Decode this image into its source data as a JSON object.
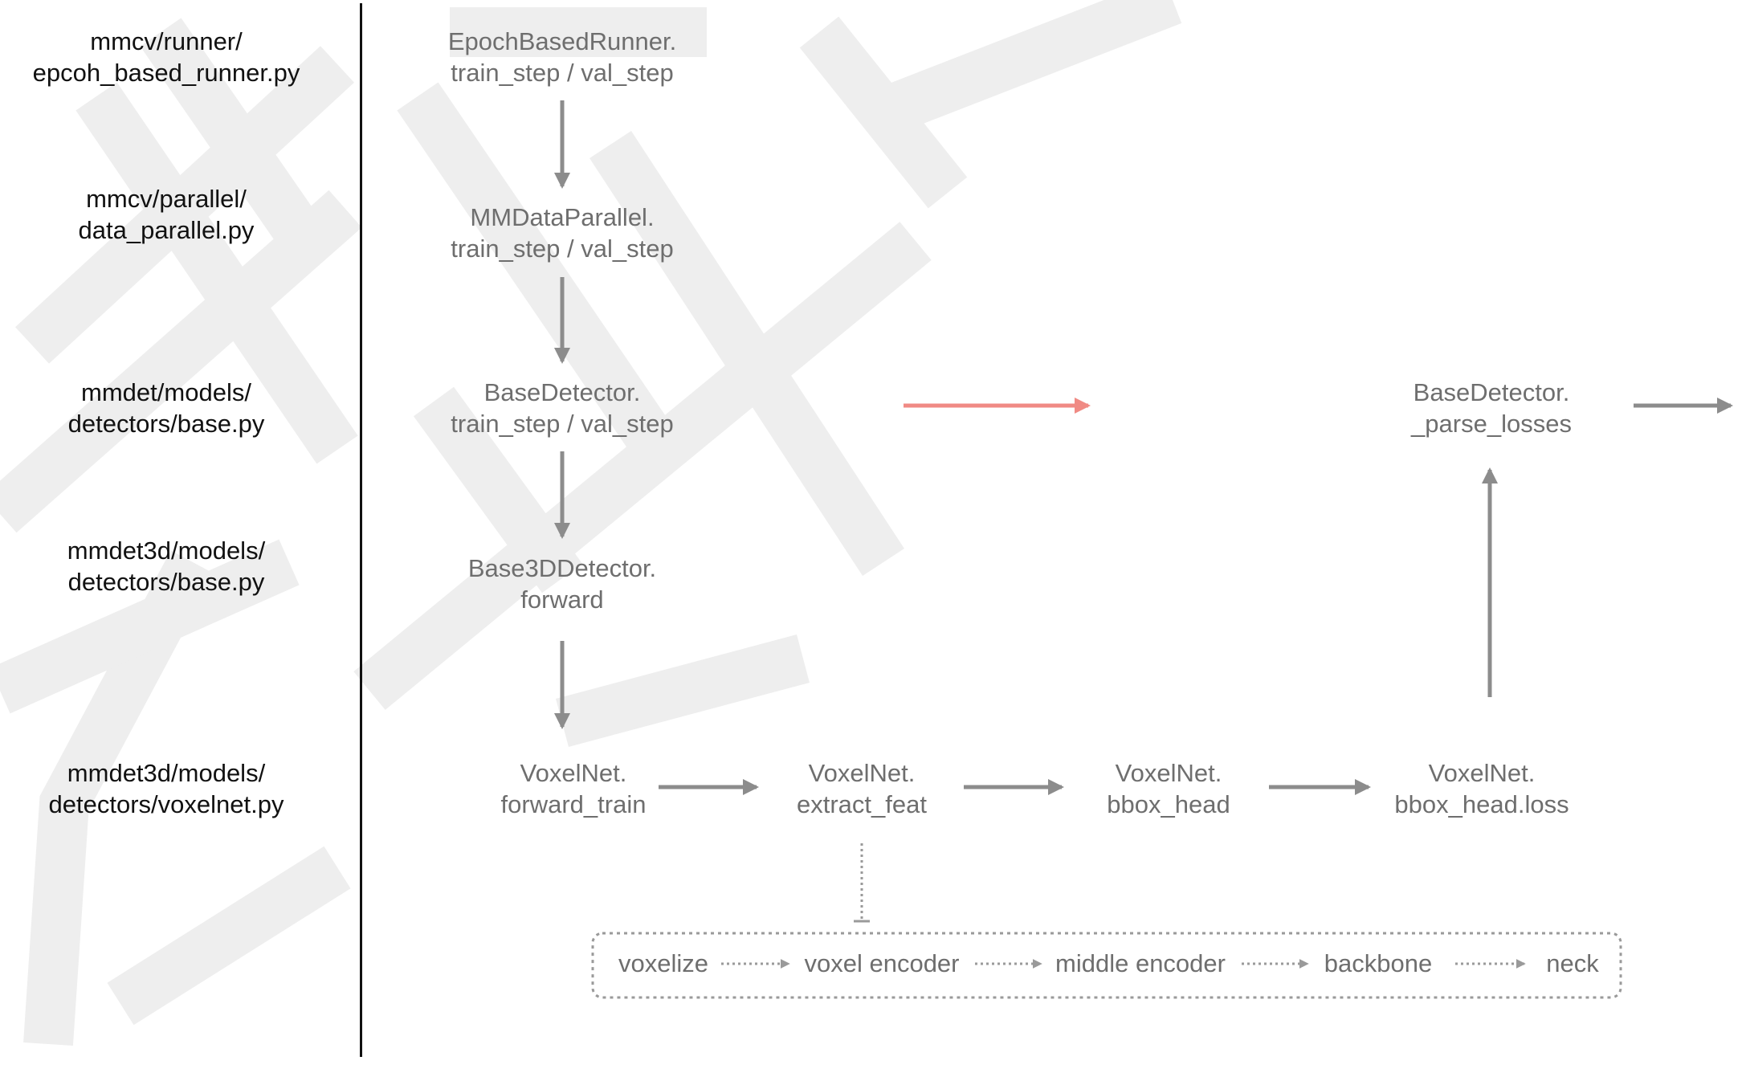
{
  "colors": {
    "background": "#ffffff",
    "label_text": "#111111",
    "node_text": "#6e6e6e",
    "arrow": "#8c8c8c",
    "highlight_arrow": "#f08a84",
    "divider": "#111111",
    "watermark": "#eeeeee"
  },
  "labels": {
    "runner": {
      "line1": "mmcv/runner/",
      "line2": "epcoh_based_runner.py"
    },
    "parallel": {
      "line1": "mmcv/parallel/",
      "line2": "data_parallel.py"
    },
    "mmdet_base": {
      "line1": "mmdet/models/",
      "line2": "detectors/base.py"
    },
    "mmdet3d_base": {
      "line1": "mmdet3d/models/",
      "line2": "detectors/base.py"
    },
    "voxelnet": {
      "line1": "mmdet3d/models/",
      "line2": "detectors/voxelnet.py"
    }
  },
  "nodes": {
    "epoch_runner": {
      "line1": "EpochBasedRunner.",
      "line2": "train_step / val_step"
    },
    "mmdataparallel": {
      "line1": "MMDataParallel.",
      "line2": "train_step / val_step"
    },
    "base_detector": {
      "line1": "BaseDetector.",
      "line2": "train_step / val_step"
    },
    "base3d_detector": {
      "line1": "Base3DDetector.",
      "line2": "forward"
    },
    "parse_losses": {
      "line1": "BaseDetector.",
      "line2": "_parse_losses"
    },
    "forward_train": {
      "line1": "VoxelNet.",
      "line2": "forward_train"
    },
    "extract_feat": {
      "line1": "VoxelNet.",
      "line2": "extract_feat"
    },
    "bbox_head": {
      "line1": "VoxelNet.",
      "line2": "bbox_head"
    },
    "bbox_head_loss": {
      "line1": "VoxelNet.",
      "line2": "bbox_head.loss"
    }
  },
  "pipeline": [
    "voxelize",
    "voxel encoder",
    "middle encoder",
    "backbone",
    "neck"
  ]
}
